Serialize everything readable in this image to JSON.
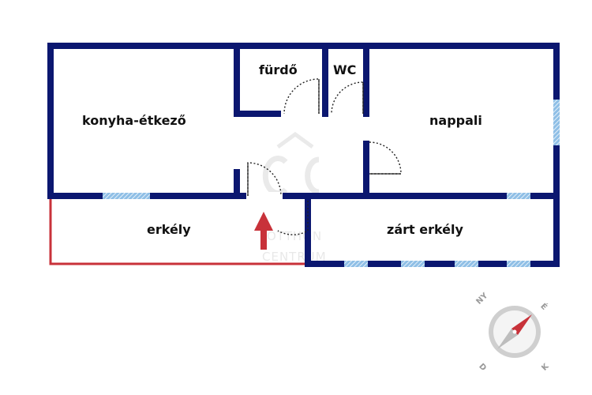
{
  "colors": {
    "wall": "#0b1770",
    "balcony_rail": "#c8323a",
    "window": "#8fbfe6",
    "entrance_arrow": "#c8323a",
    "door_arc": "#222222",
    "watermark": "#dcdcdc",
    "compass_needle_north": "#c8323a",
    "compass_needle_south": "#bdbdbd"
  },
  "rooms": {
    "kitchen": "konyha-étkező",
    "bathroom": "fürdő",
    "toilet": "WC",
    "living_room": "nappali",
    "balcony": "erkély",
    "closed_balcony": "zárt erkély"
  },
  "watermark": {
    "line1": "OTTHON",
    "line2": "CENTRUM"
  },
  "compass": {
    "nw": "NY",
    "ne": "É",
    "sw": "D",
    "se": "K"
  },
  "icons": {
    "entrance": "entrance-arrow-icon",
    "compass": "compass-icon"
  }
}
